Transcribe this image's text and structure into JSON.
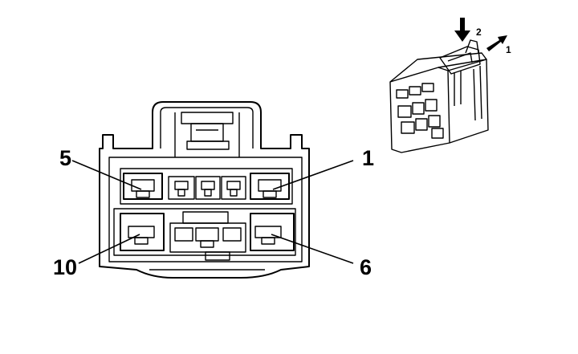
{
  "pin_labels": {
    "pin_5": "5",
    "pin_1": "1",
    "pin_10": "10",
    "pin_6": "6"
  },
  "step_labels": {
    "step_1": "1",
    "step_2": "2"
  }
}
